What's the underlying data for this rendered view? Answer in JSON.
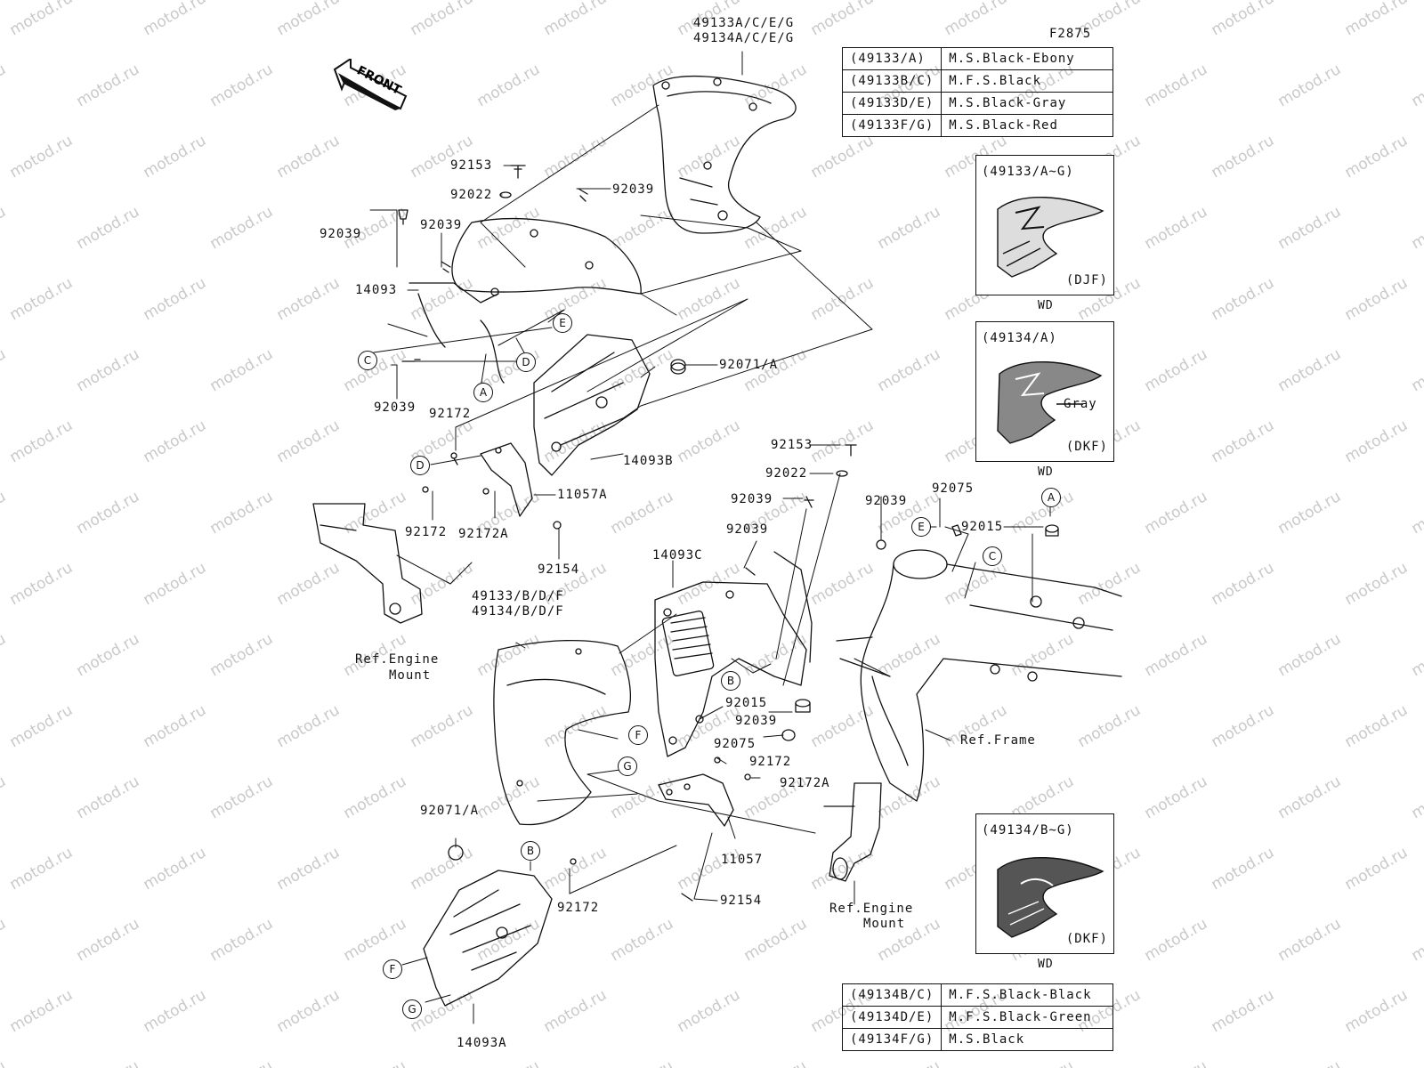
{
  "figure_code": "F2875",
  "front_label": "FRONT",
  "watermark": "motod.ru",
  "color_table_top": [
    {
      "code": "(49133/A)",
      "color": "M.S.Black-Ebony"
    },
    {
      "code": "(49133B/C)",
      "color": "M.F.S.Black"
    },
    {
      "code": "(49133D/E)",
      "color": "M.S.Black-Gray"
    },
    {
      "code": "(49133F/G)",
      "color": "M.S.Black-Red"
    }
  ],
  "color_table_bottom": [
    {
      "code": "(49134B/C)",
      "color": "M.F.S.Black-Black"
    },
    {
      "code": "(49134D/E)",
      "color": "M.F.S.Black-Green"
    },
    {
      "code": "(49134F/G)",
      "color": "M.S.Black"
    }
  ],
  "insets": [
    {
      "header": "(49133/A~G)",
      "code": "(DJF)",
      "label": "WD",
      "note": ""
    },
    {
      "header": "(49134/A)",
      "code": "(DKF)",
      "label": "WD",
      "note": "Gray"
    },
    {
      "header": "(49134/B~G)",
      "code": "(DKF)",
      "label": "WD",
      "note": ""
    }
  ],
  "part_labels": {
    "p49133a": "49133A/C/E/G",
    "p49134a": "49134A/C/E/G",
    "p92153_top": "92153",
    "p92022_top": "92022",
    "p92039_t1": "92039",
    "p92039_t2": "92039",
    "p92039_t3": "92039",
    "p14093": "14093",
    "p92039_t4": "92039",
    "p92071a_top": "92071/A",
    "p92172_t1": "92172",
    "p14093b": "14093B",
    "p11057a": "11057A",
    "p92172_t2": "92172",
    "p92172a_t": "92172A",
    "p92154_t": "92154",
    "p92153_mid": "92153",
    "p92022_mid": "92022",
    "p92039_m1": "92039",
    "p92039_m2": "92039",
    "p92075_top": "92075",
    "p92015_r": "92015",
    "p92039_m3": "92039",
    "p14093c": "14093C",
    "p49133b": "49133/B/D/F",
    "p49134b": "49134/B/D/F",
    "ref_engine1_l1": "Ref.Engine",
    "ref_engine1_l2": "Mount",
    "p92015_m": "92015",
    "p92039_m4": "92039",
    "p92075_m": "92075",
    "p92172_m": "92172",
    "p92172a_m": "92172A",
    "ref_frame": "Ref.Frame",
    "p92071a_b": "92071/A",
    "p11057": "11057",
    "p92154_b": "92154",
    "p92172_b": "92172",
    "p14093a": "14093A",
    "ref_engine2_l1": "Ref.Engine",
    "ref_engine2_l2": "Mount"
  },
  "callouts": [
    "A",
    "B",
    "C",
    "D",
    "E",
    "F",
    "G"
  ]
}
